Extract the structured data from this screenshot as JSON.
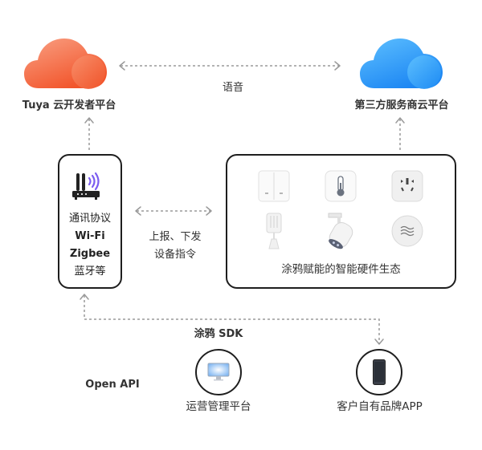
{
  "clouds": {
    "tuya": {
      "label": "Tuya 云开发者平台",
      "color_top": "#f8987a",
      "color_bottom": "#f25a2e",
      "icon": "cloud-icon"
    },
    "third_party": {
      "label": "第三方服务商云平台",
      "color_top": "#55b8fb",
      "color_bottom": "#1f8ef5",
      "icon": "cloud-icon"
    }
  },
  "connections": {
    "voice": {
      "label": "语音"
    },
    "report": {
      "line1": "上报、下发",
      "line2": "设备指令"
    },
    "sdk": {
      "label": "涂鸦 SDK"
    },
    "open_api": {
      "label": "Open API"
    }
  },
  "protocol_box": {
    "icon": "router-icon",
    "lines": [
      "通讯协议",
      "Wi-Fi",
      "Zigbee",
      "蓝牙等"
    ]
  },
  "ecosystem_box": {
    "label": "涂鸦赋能的智能硬件生态",
    "devices": [
      {
        "name": "wall-switch",
        "icon": "switch-icon"
      },
      {
        "name": "thermometer",
        "icon": "thermometer-icon"
      },
      {
        "name": "smart-socket",
        "icon": "socket-icon"
      },
      {
        "name": "motion-sensor",
        "icon": "sensor-icon"
      },
      {
        "name": "spotlight",
        "icon": "spotlight-icon"
      },
      {
        "name": "humidity-sensor",
        "icon": "waves-icon"
      }
    ]
  },
  "bottom": {
    "ops_platform": {
      "label": "运营管理平台",
      "icon": "monitor-icon"
    },
    "brand_app": {
      "label": "客户自有品牌APP",
      "icon": "phone-icon"
    }
  },
  "colors": {
    "arrow": "#9a9a9a",
    "border": "#1e1e1e",
    "wifi_accent": "#7b5cf0"
  }
}
